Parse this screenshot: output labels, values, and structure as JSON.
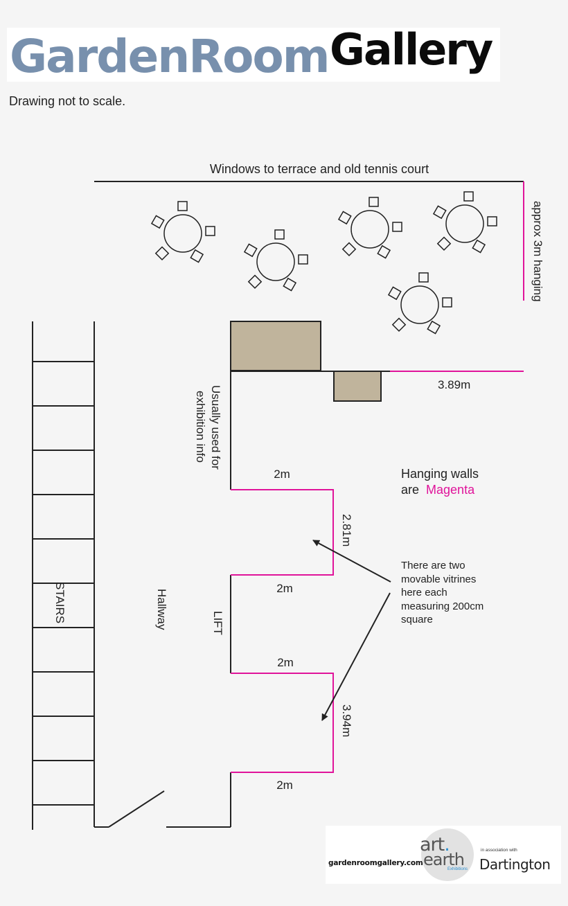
{
  "header": {
    "title_part1": "GardenRoom",
    "title_part2": "Gallery",
    "note": "Drawing not to scale."
  },
  "labels": {
    "windows": "Windows to terrace and old tennis court",
    "hanging_right": "approx 3m hanging",
    "dim_top": "3.89m",
    "exhibition_line1": "Usually used for",
    "exhibition_line2": "exhibition info",
    "legend_line1": "Hanging walls",
    "legend_line2_prefix": "are",
    "legend_magenta": "Magenta",
    "wall1": "2m",
    "dim_281": "2.81m",
    "wall2": "2m",
    "wall3": "2m",
    "dim_394": "3.94m",
    "wall4": "2m",
    "vitrine_line1": "There are two",
    "vitrine_line2": "movable vitrines",
    "vitrine_line3": "here each",
    "vitrine_line4": "measuring 200cm",
    "vitrine_line5": "square",
    "stairs": "STAIRS",
    "hallway": "Hallway",
    "lift": "LIFT"
  },
  "footer": {
    "url": "gardenroomgallery.com",
    "art": "art",
    "dot": ".",
    "earth": "earth",
    "exhibitions": "Exhibitions",
    "assoc": "in association with",
    "dartington": "Dartington"
  },
  "colors": {
    "hanging_wall": "#e0139a",
    "wall": "#222222",
    "furniture": "#c0b49c",
    "title_blue": "#7890ad"
  }
}
